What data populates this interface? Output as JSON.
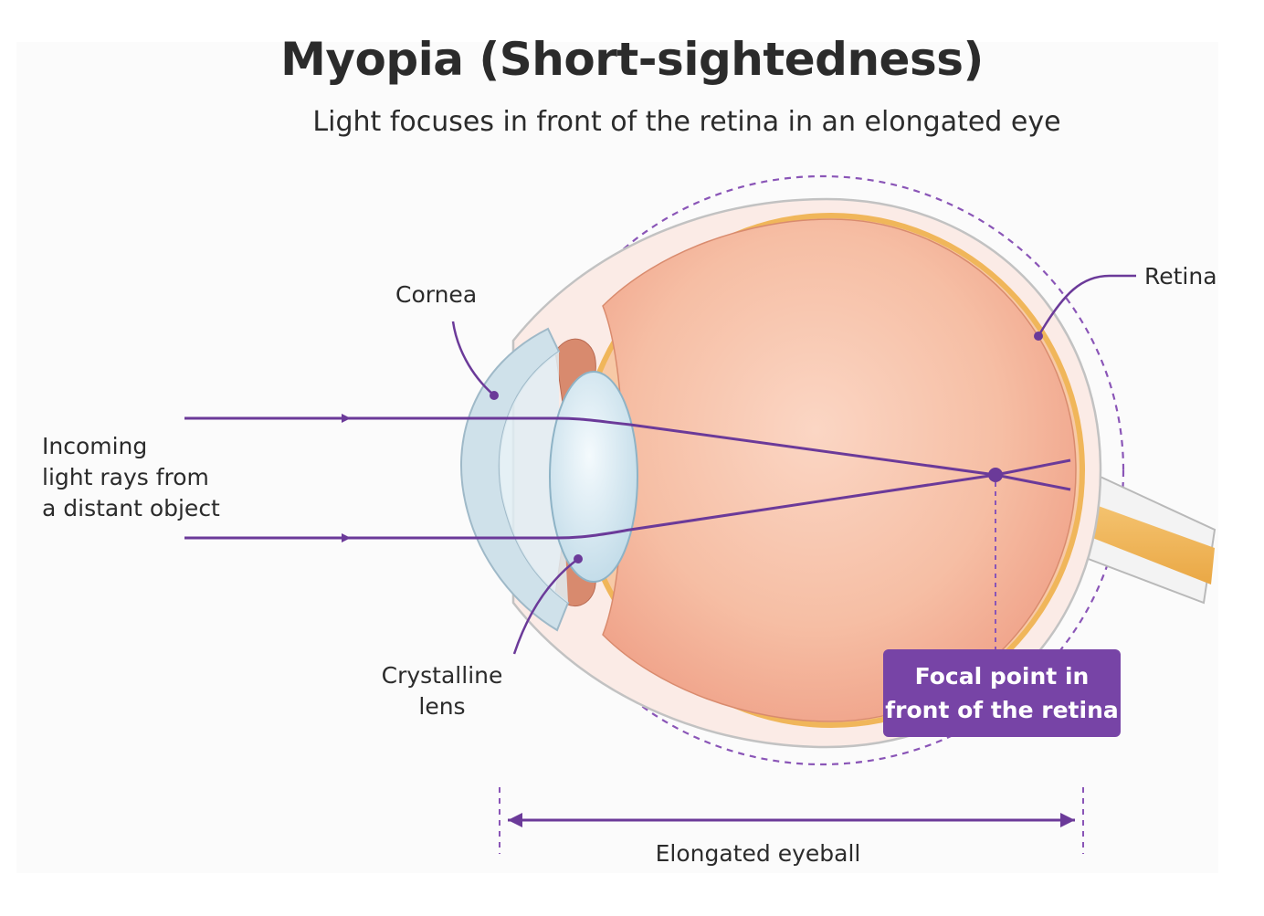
{
  "title": "Myopia (Short-sightedness)",
  "subtitle": "Light focuses in front of the retina in an elongated eye",
  "labels": {
    "cornea": "Cornea",
    "retina": "Retina",
    "incoming": [
      "Incoming",
      "light rays from",
      "a distant object"
    ],
    "lens": [
      "Crystalline",
      "lens"
    ],
    "focal_point": [
      "Focal point in",
      "front of the retina"
    ],
    "elongated": "Elongated eyeball"
  },
  "colors": {
    "ray": "#6b3a99",
    "focal_box": "#7744a6",
    "retina": "#f0b65a",
    "vitreous": "#f4b89c",
    "sclera": "#fbe9e4",
    "cornea": "#cfe1ea",
    "lens": "#dfeef6"
  }
}
